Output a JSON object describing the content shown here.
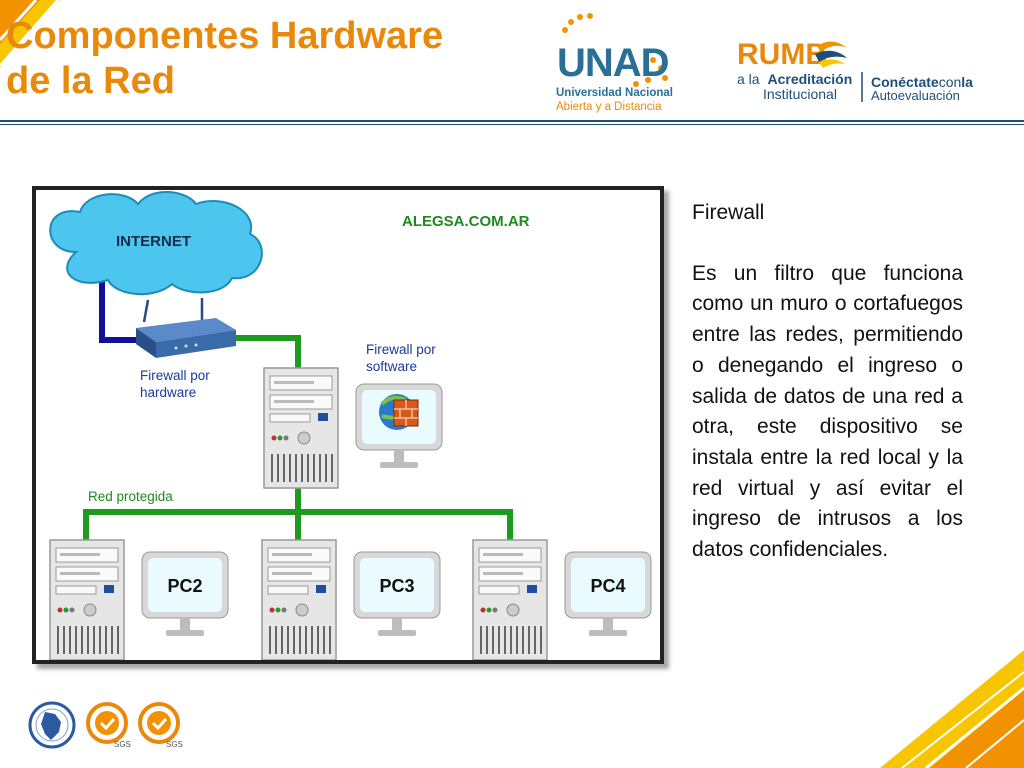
{
  "slide": {
    "title_line1": "Componentes  Hardware",
    "title_line2": "de la Red"
  },
  "logos": {
    "unad": {
      "mark": "UNAD",
      "line1": "Universidad Nacional",
      "line2": "Abierta y a Distancia"
    },
    "rumbo": {
      "word": "RUMB",
      "line1": "a la",
      "line1_bold": "Acreditación",
      "line2": "Institucional",
      "conectate_bold": "Conéctate",
      "conectate_rest": "con",
      "conectate_la": "la",
      "autoevaluacion": "Autoevaluación"
    }
  },
  "diagram": {
    "source_label": "ALEGSA.COM.AR",
    "internet_label": "INTERNET",
    "hw_firewall_line1": "Firewall por",
    "hw_firewall_line2": "hardware",
    "sw_firewall_line1": "Firewall por",
    "sw_firewall_line2": "software",
    "network_label": "Red protegida",
    "pcs": [
      "PC2",
      "PC3",
      "PC4"
    ]
  },
  "content": {
    "heading": "Firewall",
    "body": "Es un filtro que funciona como un muro o cortafuegos entre las redes, permitiendo o denegando el ingreso o salida de datos de una red a otra, este dispositivo se instala entre la red local y la red virtual y así evitar el ingreso de intrusos a los datos confidenciales."
  },
  "footer": {
    "badges": [
      {
        "icon": "colombia-map-seal-icon"
      },
      {
        "icon": "sgs-certification-icon",
        "label": "SGS"
      },
      {
        "icon": "sgs-certification-icon",
        "label": "SGS"
      }
    ]
  },
  "colors": {
    "title": "#e8890c",
    "rule": "#1f4e79",
    "network_line": "#1e9a1e",
    "internet_link": "#10109a",
    "cloud": "#4cc6ee",
    "diagram_text_blue": "#1a3a9a",
    "diagram_text_green": "#1e8a1e"
  }
}
